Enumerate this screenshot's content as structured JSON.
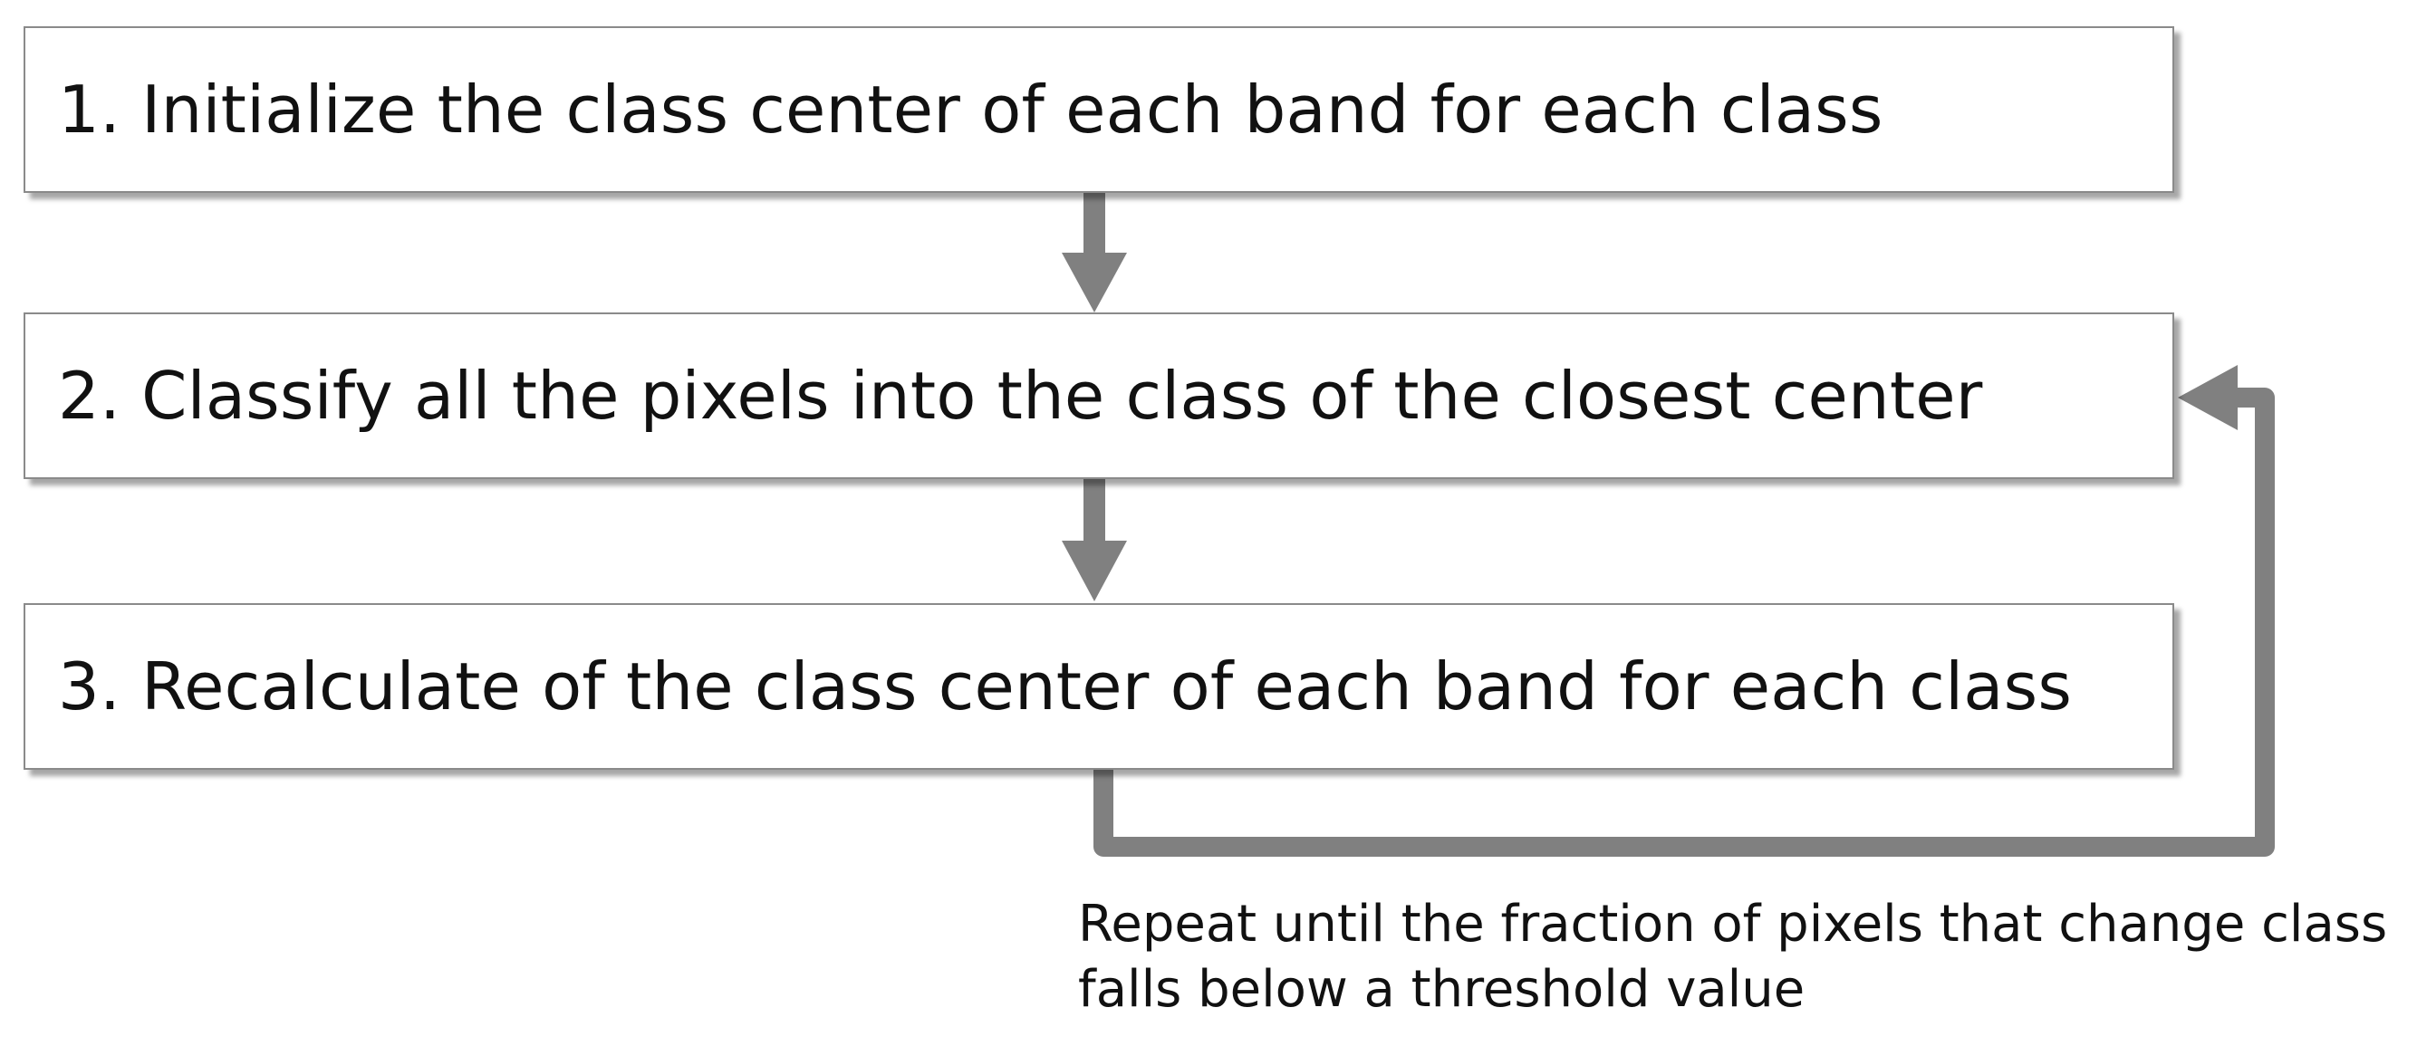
{
  "diagram": {
    "steps": [
      {
        "label": "1. Initialize the class center of each band for each class"
      },
      {
        "label": "2. Classify all the pixels into the class of the closest center"
      },
      {
        "label": "3. Recalculate of the class center of each band for each class"
      }
    ],
    "loop_note": {
      "lines": [
        "Repeat until the fraction of pixels that change class",
        "falls below a threshold value"
      ]
    },
    "colors": {
      "arrow": "#808080",
      "box_border": "#8a8a8a",
      "text": "#111111"
    }
  }
}
